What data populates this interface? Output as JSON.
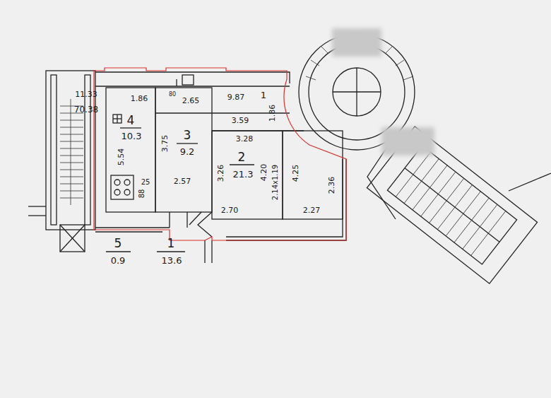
{
  "diagram": {
    "labels": [
      "11.33",
      "70.38",
      "1.86",
      "80",
      "2.65",
      "9.87",
      "1",
      "4",
      "10.3",
      "5.54",
      "3.75",
      "3",
      "9.2",
      "2.57",
      "3.59",
      "1.86",
      "3.28",
      "3.26",
      "2",
      "21.3",
      "4.20",
      "2.14x1.19",
      "4.25",
      "2.36",
      "25",
      "88",
      "2.70",
      "2.27",
      "5",
      "0.9",
      "1",
      "13.6"
    ]
  }
}
